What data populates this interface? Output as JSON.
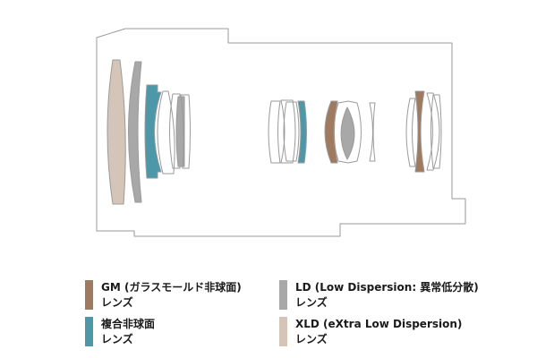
{
  "colors": {
    "outline": "#9a9a9a",
    "gm": "#a07a5e",
    "composite": "#4c97a8",
    "ld": "#a8a8a8",
    "xld": "#d5c5b8"
  },
  "legend": [
    {
      "id": "gm",
      "label": "GM (ガラスモールド非球面)",
      "sub": "レンズ",
      "color": "#a07a5e"
    },
    {
      "id": "composite",
      "label": "複合非球面",
      "sub": "レンズ",
      "color": "#4c97a8"
    },
    {
      "id": "ld",
      "label": "LD (Low Dispersion: 異常低分散)",
      "sub": "レンズ",
      "color": "#a8a8a8"
    },
    {
      "id": "xld",
      "label": "XLD (eXtra Low Dispersion)",
      "sub": "レンズ",
      "color": "#d5c5b8"
    }
  ]
}
